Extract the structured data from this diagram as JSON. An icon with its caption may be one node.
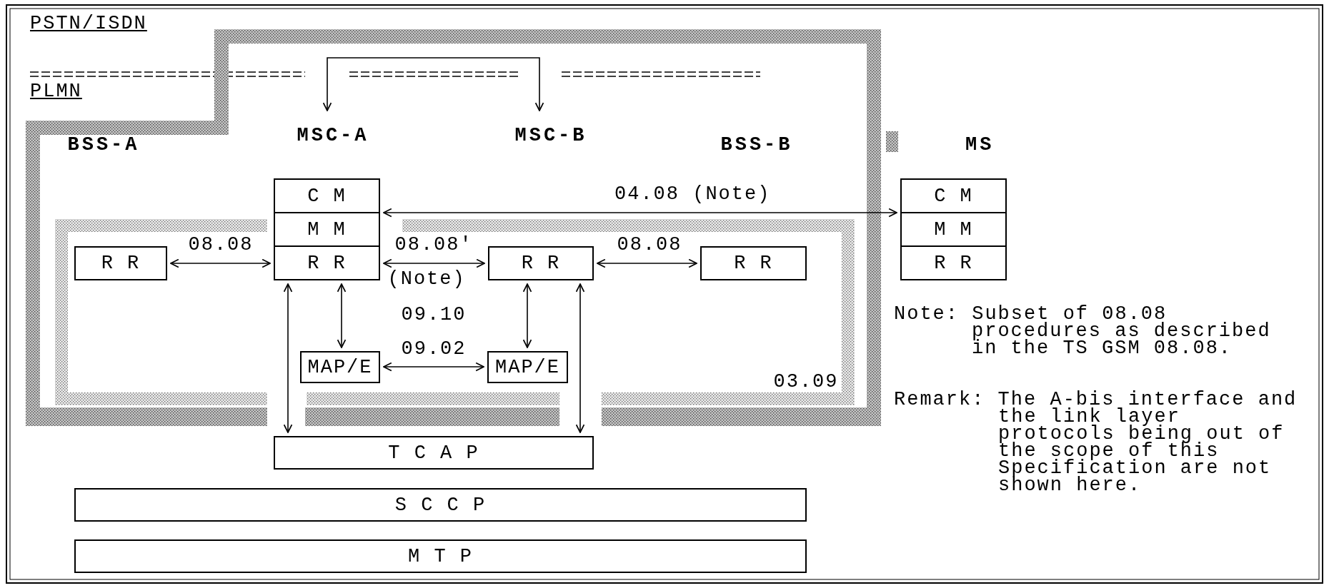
{
  "diagram": {
    "nodes": [
      {
        "text": [
          "MSC-A"
        ]
      },
      {
        "text": [
          "MSC-B"
        ]
      },
      {
        "text": [
          "C M"
        ]
      },
      {
        "text": [
          "C M"
        ]
      },
      {
        "text": [
          "M M"
        ]
      },
      {
        "text": [
          "M M"
        ]
      },
      {
        "text": [
          "R R"
        ]
      },
      {
        "text": [
          "R R"
        ]
      },
      {
        "text": [
          "R R"
        ]
      },
      {
        "text": [
          "R R"
        ]
      },
      {
        "text": [
          "R R"
        ]
      },
      {
        "text": [
          "MAP/E"
        ]
      },
      {
        "text": [
          "MAP/E"
        ]
      },
      {
        "text": [
          "T C A P"
        ]
      },
      {
        "text": [
          "S C C P"
        ]
      },
      {
        "text": [
          "M T P"
        ]
      }
    ],
    "edges": [
      {
        "from": 0,
        "to": 1,
        "arrow": "both"
      },
      {
        "from": 2,
        "to": 3,
        "arrow": "both",
        "label": "04.08 (Note)"
      },
      {
        "from": 6,
        "to": 7,
        "arrow": "both",
        "label": "08.08"
      },
      {
        "from": 7,
        "to": 8,
        "arrow": "both",
        "label": "08.08'"
      },
      {
        "from": 8,
        "to": 9,
        "arrow": "both",
        "label": "08.08"
      },
      {
        "from": 7,
        "to": 11,
        "arrow": "both"
      },
      {
        "from": 8,
        "to": 12,
        "arrow": "both"
      },
      {
        "from": 11,
        "to": 12,
        "arrow": "both",
        "label": "09.02"
      },
      {
        "from": 7,
        "to": 13,
        "arrow": "both"
      },
      {
        "from": 8,
        "to": 13,
        "arrow": "both"
      }
    ],
    "labels": [
      "PSTN/ISDN",
      "PLMN",
      "BSS-A",
      "BSS-B",
      "MS",
      "(Note)",
      "09.10",
      "03.09",
      "Note: Subset of 08.08 procedures as described in the TS GSM 08.08.",
      "Remark: The A-bis interface and the link layer protocols being out of the scope of this Specification are not shown here."
    ]
  }
}
